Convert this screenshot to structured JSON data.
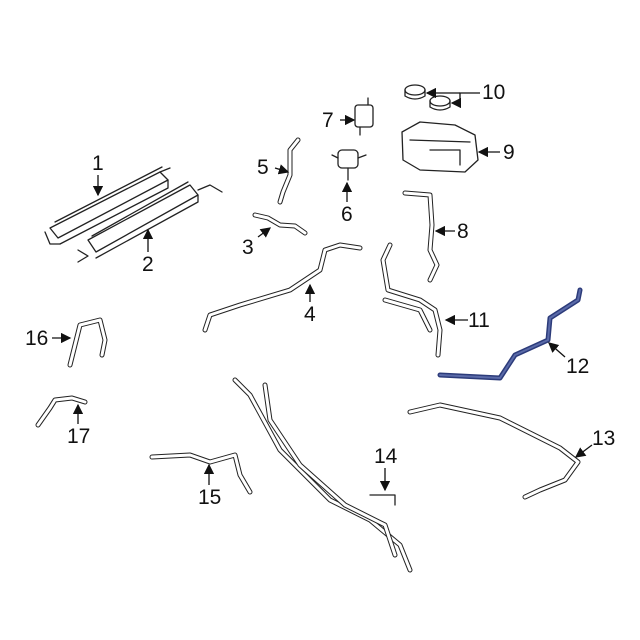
{
  "diagram": {
    "callouts": [
      "1",
      "2",
      "3",
      "4",
      "5",
      "6",
      "7",
      "8",
      "9",
      "10",
      "11",
      "12",
      "13",
      "14",
      "15",
      "16",
      "17"
    ],
    "highlighted_callout": "12",
    "colors": {
      "line": "#222222",
      "highlight": "#2c3b7a"
    }
  }
}
